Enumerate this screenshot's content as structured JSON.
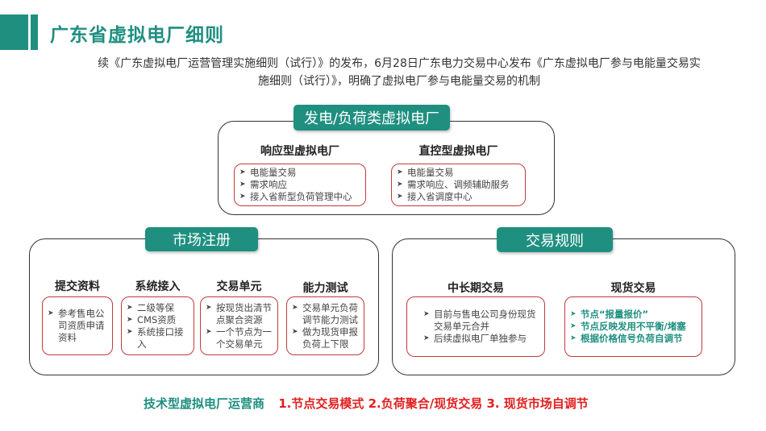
{
  "header": {
    "title": "广东省虚拟电厂细则",
    "accent": "#1f8f80"
  },
  "intro": {
    "line1": "续《广东虚拟电厂运营管理实施细则（试行）》的发布，6月28日广东电力交易中心发布《广东虚拟电厂参与电能量交易实",
    "line2": "施细则（试行）》，明确了虚拟电厂参与电能量交易的机制"
  },
  "generation": {
    "title": "发电/负荷类虚拟电厂",
    "columns": [
      {
        "heading": "响应型虚拟电厂",
        "items": [
          "电能量交易",
          "需求响应",
          "接入省新型负荷管理中心"
        ]
      },
      {
        "heading": "直控型虚拟电厂",
        "items": [
          "电能量交易",
          "需求响应、调频辅助服务",
          "接入省调度中心"
        ]
      }
    ]
  },
  "registration": {
    "title": "市场注册",
    "columns": [
      {
        "heading": "提交资料",
        "items": [
          "参考售电公司资质申请资料"
        ]
      },
      {
        "heading": "系统接入",
        "items": [
          "二级等保",
          "CMS资质",
          "系统接口接入"
        ]
      },
      {
        "heading": "交易单元",
        "items": [
          "按现货出清节点聚合资源",
          "一个节点为一个交易单元"
        ]
      },
      {
        "heading": "能力测试",
        "items": [
          "交易单元负荷调节能力测试",
          "做为现货申报负荷上下限"
        ]
      }
    ]
  },
  "rules": {
    "title": "交易规则",
    "columns": [
      {
        "heading": "中长期交易",
        "items": [
          "目前与售电公司身份现货交易单元合并",
          "后续虚拟电厂单独参与"
        ]
      },
      {
        "heading": "现货交易",
        "items": [
          "节点“报量报价”",
          "节点反映发用不平衡/堵塞",
          "根据价格信号负荷自调节"
        ]
      }
    ]
  },
  "bottom": {
    "label": "技术型虚拟电厂运营商",
    "modes": "1.节点交易模式 2.负荷聚合/现货交易 3. 现货市场自调节",
    "label_color": "#1f8f80",
    "modes_color": "#e02020"
  },
  "bullet_icon": "arrowhead-bullet"
}
